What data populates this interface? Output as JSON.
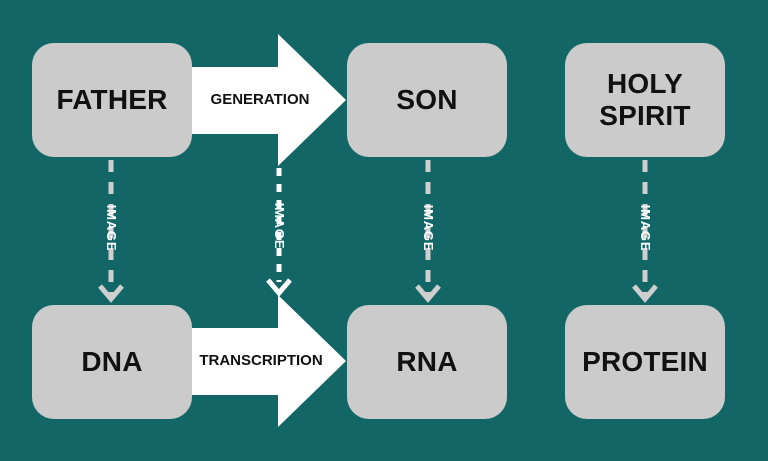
{
  "diagram": {
    "nodes": {
      "father": "FATHER",
      "son": "SON",
      "holy_spirit": "HOLY\nSPIRIT",
      "dna": "DNA",
      "rna": "RNA",
      "protein": "PROTEIN"
    },
    "arrows": {
      "generation": "GENERATION",
      "transcription": "TRANSCRIPTION"
    },
    "links": {
      "father_dna": "IMAGE",
      "gen_rna": "IMAGE",
      "son_rna": "IMAGE",
      "spirit_protein": "IMAGE"
    }
  }
}
